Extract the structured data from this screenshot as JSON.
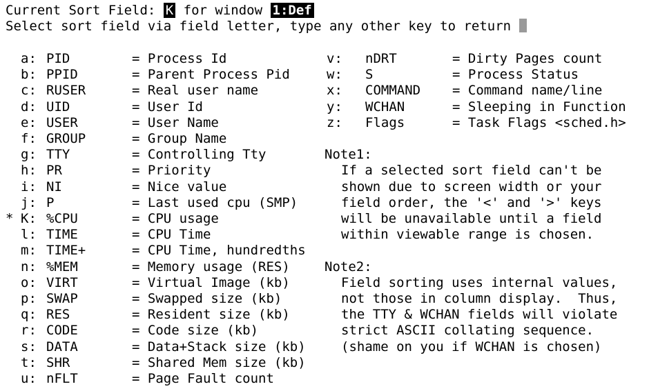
{
  "header": {
    "title_prefix": "Current Sort Field: ",
    "current_field": "K",
    "for_window": " for window ",
    "window_name": "1:Def",
    "instruction": "Select sort field via field letter, type any other key to return "
  },
  "fields": [
    {
      "marker": "",
      "letter": "a:",
      "key": "PID",
      "desc": "= Process Id"
    },
    {
      "marker": "",
      "letter": "b:",
      "key": "PPID",
      "desc": "= Parent Process Pid"
    },
    {
      "marker": "",
      "letter": "c:",
      "key": "RUSER",
      "desc": "= Real user name"
    },
    {
      "marker": "",
      "letter": "d:",
      "key": "UID",
      "desc": "= User Id"
    },
    {
      "marker": "",
      "letter": "e:",
      "key": "USER",
      "desc": "= User Name"
    },
    {
      "marker": "",
      "letter": "f:",
      "key": "GROUP",
      "desc": "= Group Name"
    },
    {
      "marker": "",
      "letter": "g:",
      "key": "TTY",
      "desc": "= Controlling Tty"
    },
    {
      "marker": "",
      "letter": "h:",
      "key": "PR",
      "desc": "= Priority"
    },
    {
      "marker": "",
      "letter": "i:",
      "key": "NI",
      "desc": "= Nice value"
    },
    {
      "marker": "",
      "letter": "j:",
      "key": "P",
      "desc": "= Last used cpu (SMP)"
    },
    {
      "marker": "*",
      "letter": "K:",
      "key": "%CPU",
      "desc": "= CPU usage"
    },
    {
      "marker": "",
      "letter": "l:",
      "key": "TIME",
      "desc": "= CPU Time"
    },
    {
      "marker": "",
      "letter": "m:",
      "key": "TIME+",
      "desc": "= CPU Time, hundredths"
    },
    {
      "marker": "",
      "letter": "n:",
      "key": "%MEM",
      "desc": "= Memory usage (RES)"
    },
    {
      "marker": "",
      "letter": "o:",
      "key": "VIRT",
      "desc": "= Virtual Image (kb)"
    },
    {
      "marker": "",
      "letter": "p:",
      "key": "SWAP",
      "desc": "= Swapped size (kb)"
    },
    {
      "marker": "",
      "letter": "q:",
      "key": "RES",
      "desc": "= Resident size (kb)"
    },
    {
      "marker": "",
      "letter": "r:",
      "key": "CODE",
      "desc": "= Code size (kb)"
    },
    {
      "marker": "",
      "letter": "s:",
      "key": "DATA",
      "desc": "= Data+Stack size (kb)"
    },
    {
      "marker": "",
      "letter": "t:",
      "key": "SHR",
      "desc": "= Shared Mem size (kb)"
    },
    {
      "marker": "",
      "letter": "u:",
      "key": "nFLT",
      "desc": "= Page Fault count"
    }
  ],
  "fields_right": [
    {
      "letter": "v:",
      "key": "nDRT",
      "desc": "= Dirty Pages count"
    },
    {
      "letter": "w:",
      "key": "S",
      "desc": "= Process Status"
    },
    {
      "letter": "x:",
      "key": "COMMAND",
      "desc": "= Command name/line"
    },
    {
      "letter": "y:",
      "key": "WCHAN",
      "desc": "= Sleeping in Function"
    },
    {
      "letter": "z:",
      "key": "Flags",
      "desc": "= Task Flags <sched.h>"
    }
  ],
  "notes": [
    {
      "title": "Note1:",
      "lines": [
        "If a selected sort field can't be",
        "shown due to screen width or your",
        "field order, the '<' and '>' keys",
        "will be unavailable until a field",
        "within viewable range is chosen."
      ]
    },
    {
      "title": "Note2:",
      "lines": [
        "Field sorting uses internal values,",
        "not those in column display.  Thus,",
        "the TTY & WCHAN fields will violate",
        "strict ASCII collating sequence.",
        "(shame on you if WCHAN is chosen)"
      ]
    }
  ]
}
